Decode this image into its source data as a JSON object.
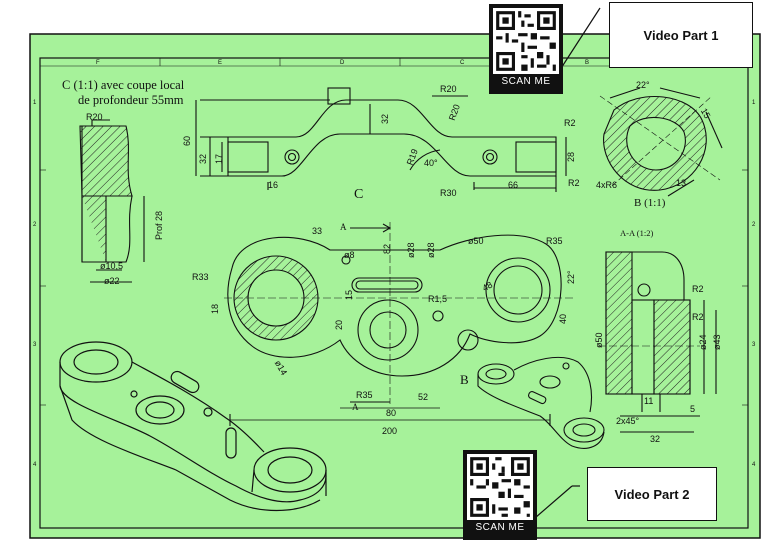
{
  "callouts": {
    "video_part_1": "Video Part 1",
    "video_part_2": "Video Part 2"
  },
  "qr": {
    "scan_label": "SCAN ME"
  },
  "title_block": {
    "section_note_line1": "C (1:1) avec coupe local",
    "section_note_line2": "de profondeur 55mm"
  },
  "zones": {
    "columns": [
      "F",
      "E",
      "D",
      "C",
      "B"
    ],
    "rows": [
      "1",
      "2",
      "3",
      "4"
    ]
  },
  "views": {
    "label_c": "C",
    "label_b_view": "B (1:1)",
    "label_section_aa": "A-A (1:2)",
    "label_b": "B",
    "label_a_top": "A",
    "label_a_bottom": "A"
  },
  "dimensions": {
    "r20_top": "R20",
    "r20_left": "R20",
    "r20_mid": "R20",
    "r2_top": "R2",
    "r2_right": "R2",
    "r2_section": "R2",
    "r2_section2": "R2",
    "d60": "60",
    "d32_left": "32",
    "d17": "17",
    "d16": "16",
    "d32_mid": "32",
    "r19": "R19",
    "a40": "40°",
    "r30": "R30",
    "d28": "28",
    "d66": "66",
    "a22": "22°",
    "d15": "15",
    "d13": "13",
    "r6": "4xR6",
    "prof": "Prof 28",
    "d105": "ø10,5",
    "d22": "ø22",
    "d33": "33",
    "d8": "ø8",
    "d82": "82",
    "d028": "ø28",
    "d028b": "ø28",
    "d50": "ø50",
    "r35_top": "R35",
    "a22b": "22°",
    "r33": "R33",
    "d15b": "15",
    "r1_5": "R1,5",
    "d48": "48",
    "d18": "18",
    "d20": "20",
    "d40": "40",
    "d14": "ø14",
    "r35_bottom": "R35",
    "d52": "52",
    "d80": "80",
    "d200": "200",
    "d50b": "ø50",
    "d24": "ø24",
    "d43": "ø43",
    "d11": "11",
    "d5": "5",
    "cham": "2x45°",
    "d32_bottom": "32"
  },
  "colors": {
    "sheet": "#a6f29a",
    "line": "#111111"
  }
}
